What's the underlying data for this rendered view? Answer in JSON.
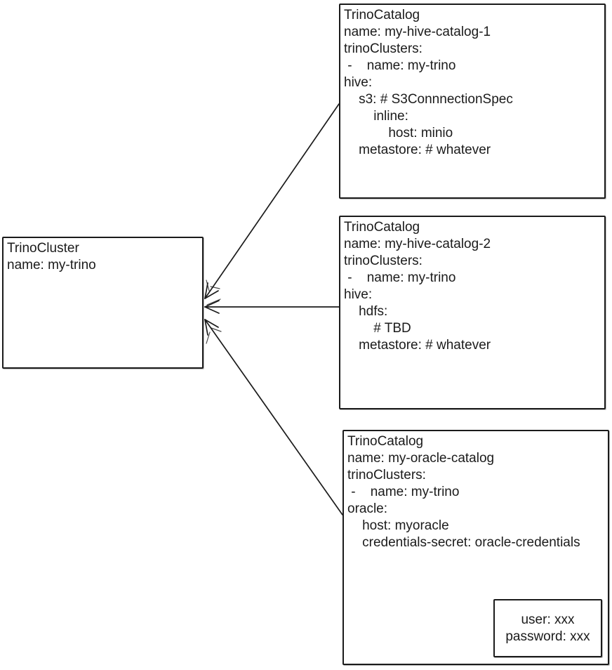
{
  "colors": {
    "ink": "#1b1b1b",
    "background": "#ffffff"
  },
  "nodes": {
    "cluster": {
      "lines": [
        "TrinoCluster",
        "name: my-trino"
      ]
    },
    "catalog1": {
      "lines": [
        "TrinoCatalog",
        "name: my-hive-catalog-1",
        "trinoClusters:",
        " -    name: my-trino",
        "hive:",
        "    s3: # S3ConnnectionSpec",
        "        inline:",
        "            host: minio",
        "    metastore: # whatever"
      ]
    },
    "catalog2": {
      "lines": [
        "TrinoCatalog",
        "name: my-hive-catalog-2",
        "trinoClusters:",
        " -    name: my-trino",
        "hive:",
        "    hdfs:",
        "        # TBD",
        "    metastore: # whatever"
      ]
    },
    "catalog3": {
      "lines": [
        "TrinoCatalog",
        "name: my-oracle-catalog",
        "trinoClusters:",
        " -    name: my-trino",
        "oracle:",
        "    host: myoracle",
        "    credentials-secret: oracle-credentials"
      ]
    },
    "secret": {
      "lines": [
        "user: xxx",
        "password: xxx"
      ]
    }
  }
}
